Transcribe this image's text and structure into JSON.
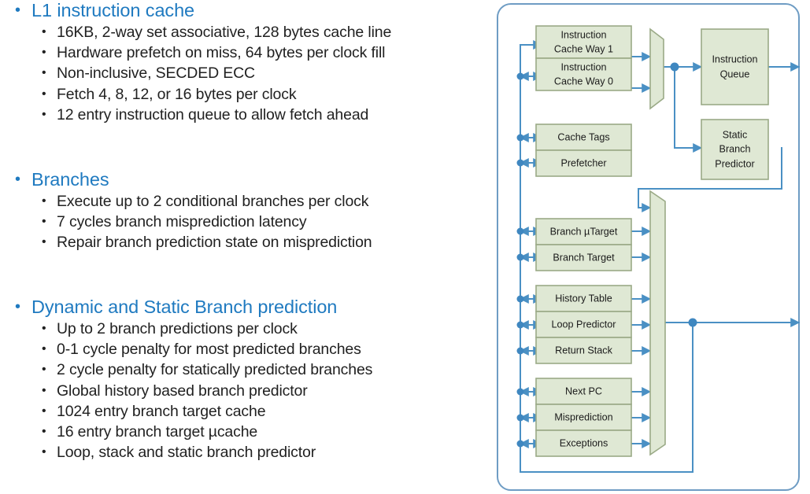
{
  "slide": {
    "outline": [
      {
        "heading": "L1 instruction cache",
        "items": [
          "16KB, 2-way set associative, 128 bytes cache line",
          "Hardware prefetch on miss, 64 bytes per clock fill",
          "Non-inclusive, SECDED ECC",
          "Fetch 4, 8, 12, or 16 bytes per clock",
          "12 entry instruction queue to allow fetch ahead"
        ]
      },
      {
        "heading": "Branches",
        "items": [
          "Execute up to 2 conditional branches per clock",
          "7 cycles branch misprediction latency",
          "Repair branch prediction state on misprediction"
        ]
      },
      {
        "heading": "Dynamic and Static Branch prediction",
        "items": [
          "Up to 2 branch predictions per clock",
          "0-1 cycle penalty for most predicted branches",
          "2 cycle penalty for statically predicted branches",
          "Global history based branch predictor",
          "1024 entry branch target cache",
          "16 entry branch target µcache",
          "Loop, stack and static branch predictor"
        ]
      }
    ],
    "bullet_glyph": "•"
  },
  "diagram": {
    "blocks": {
      "icache_way1": "Instruction\nCache Way 1",
      "icache_way0": "Instruction\nCache Way 0",
      "instruction_queue": "Instruction\nQueue",
      "cache_tags": "Cache Tags",
      "prefetcher": "Prefetcher",
      "static_branch_predictor": "Static\nBranch\nPredictor",
      "branch_utarget": "Branch µTarget",
      "branch_target": "Branch Target",
      "history_table": "History Table",
      "loop_predictor": "Loop Predictor",
      "return_stack": "Return Stack",
      "next_pc": "Next PC",
      "misprediction": "Misprediction",
      "exceptions": "Exceptions"
    },
    "colors": {
      "block_fill": "#dfe8d4",
      "block_stroke": "#9aaa86",
      "wire": "#4a90c4",
      "frame": "#6e9cc4",
      "heading_blue": "#1f7ac0"
    }
  }
}
